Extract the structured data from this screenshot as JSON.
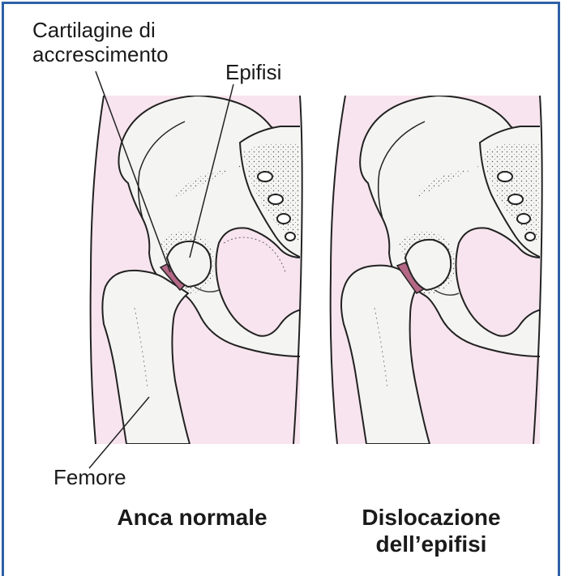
{
  "labels": {
    "cartilage_line1": "Cartilagine di",
    "cartilage_line2": "accrescimento",
    "epiphysis": "Epifisi",
    "femur": "Femore"
  },
  "captions": {
    "left": "Anca normale",
    "right_line1": "Dislocazione",
    "right_line2": "dell’epifisi"
  },
  "colors": {
    "frame": "#2e61a6",
    "thigh_background": "#f8e4ee",
    "bone": "#f4f4f2",
    "growth_plate": "#b46886"
  }
}
